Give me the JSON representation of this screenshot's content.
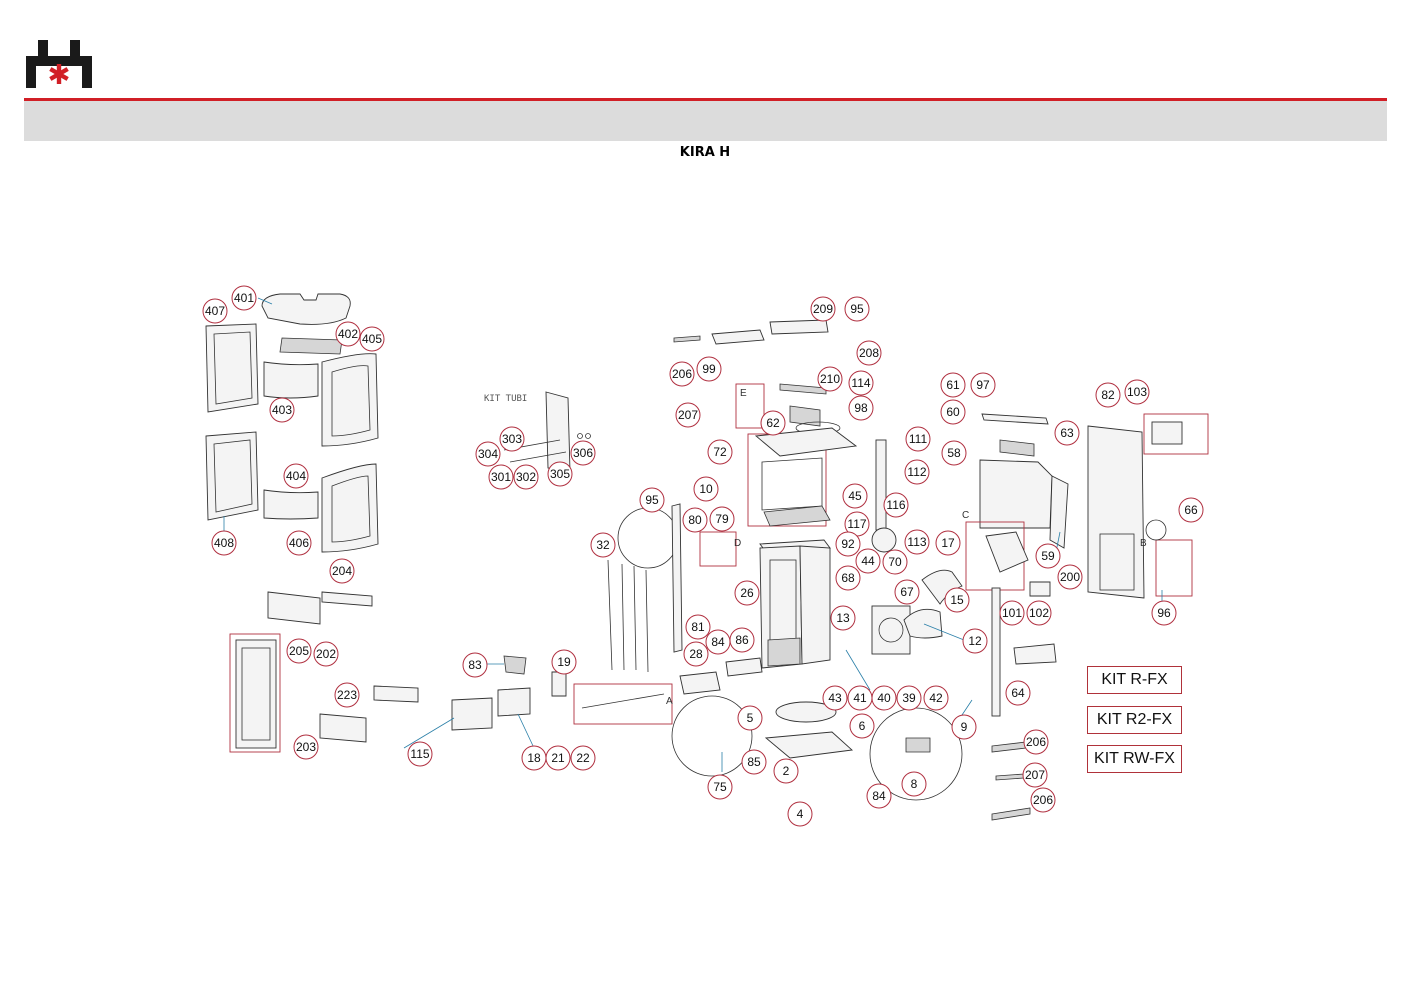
{
  "header": {
    "title": "KIRA H",
    "accent_color": "#d11f26",
    "bar_color": "#dcdcdc"
  },
  "logo": {
    "icon": "brand-logo-icon"
  },
  "diagram": {
    "kit_tubi_label": "KIT TUBI",
    "detail_letters": [
      "A",
      "B",
      "C",
      "D",
      "E"
    ],
    "kits": [
      "KIT R-FX",
      "KIT R2-FX",
      "KIT RW-FX"
    ],
    "callouts": [
      "407",
      "401",
      "402",
      "405",
      "403",
      "404",
      "408",
      "406",
      "204",
      "205",
      "202",
      "223",
      "203",
      "303",
      "304",
      "306",
      "301",
      "302",
      "305",
      "95",
      "32",
      "10",
      "80",
      "79",
      "72",
      "62",
      "206",
      "207",
      "99",
      "209",
      "95",
      "208",
      "210",
      "114",
      "98",
      "111",
      "112",
      "45",
      "116",
      "117",
      "113",
      "92",
      "44",
      "70",
      "68",
      "67",
      "13",
      "43",
      "41",
      "40",
      "39",
      "42",
      "26",
      "28",
      "81",
      "84",
      "86",
      "83",
      "19",
      "18",
      "21",
      "22",
      "115",
      "5",
      "6",
      "2",
      "4",
      "85",
      "84",
      "75",
      "8",
      "61",
      "97",
      "60",
      "58",
      "63",
      "82",
      "103",
      "66",
      "17",
      "15",
      "12",
      "59",
      "200",
      "101",
      "102",
      "64",
      "96",
      "9",
      "206",
      "207",
      "206"
    ]
  }
}
